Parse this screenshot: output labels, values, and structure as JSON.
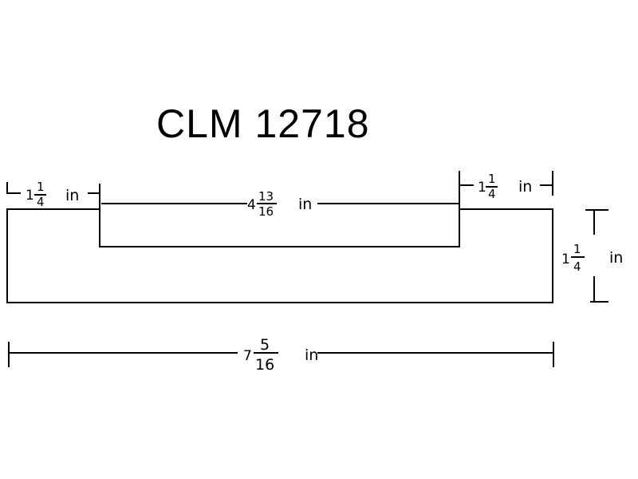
{
  "title": "CLM 12718",
  "dimensions": {
    "left_flange": {
      "whole": "1",
      "numerator": "1",
      "denominator": "4",
      "unit": "in"
    },
    "channel_width": {
      "whole": "4",
      "numerator": "13",
      "denominator": "16",
      "unit": "in"
    },
    "right_flange": {
      "whole": "1",
      "numerator": "1",
      "denominator": "4",
      "unit": "in"
    },
    "height": {
      "whole": "1",
      "numerator": "1",
      "denominator": "4",
      "unit": "in"
    },
    "overall_width": {
      "whole": "7",
      "numerator": "5",
      "denominator": "16",
      "unit": "in"
    }
  },
  "colors": {
    "line": "#000000",
    "background": "#ffffff"
  }
}
